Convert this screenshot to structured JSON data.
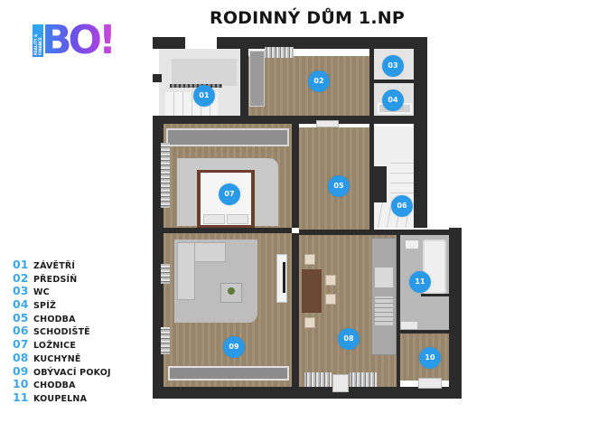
{
  "logo": {
    "text": "BO!",
    "subtext": "REALITY & FINANCE"
  },
  "title": "RODINNÝ DŮM 1.NP",
  "colors": {
    "badge": "#2a9ae8",
    "legend_number": "#3ea8e6",
    "wall": "#2b2b2b",
    "wood_floor": "#9c8a6f",
    "logo_gradient_start": "#3a86f2",
    "logo_gradient_end": "#d04ad8"
  },
  "legend": [
    {
      "num": "01",
      "label": "ZÁVĚTŘÍ"
    },
    {
      "num": "02",
      "label": "PŘEDSÍŇ"
    },
    {
      "num": "03",
      "label": "WC"
    },
    {
      "num": "04",
      "label": "SPÍŽ"
    },
    {
      "num": "05",
      "label": "CHODBA"
    },
    {
      "num": "06",
      "label": "SCHODIŠTĚ"
    },
    {
      "num": "07",
      "label": "LOŽNICE"
    },
    {
      "num": "08",
      "label": "KUCHYNĚ"
    },
    {
      "num": "09",
      "label": "OBÝVACÍ POKOJ"
    },
    {
      "num": "10",
      "label": "CHODBA"
    },
    {
      "num": "11",
      "label": "KOUPELNA"
    }
  ],
  "rooms": [
    {
      "num": "01",
      "name": "ZÁVĚTŘÍ",
      "floor": "tile-light"
    },
    {
      "num": "02",
      "name": "PŘEDSÍŇ",
      "floor": "wood"
    },
    {
      "num": "03",
      "name": "WC",
      "floor": "tile-light"
    },
    {
      "num": "04",
      "name": "SPÍŽ",
      "floor": "tile-light"
    },
    {
      "num": "05",
      "name": "CHODBA",
      "floor": "wood"
    },
    {
      "num": "06",
      "name": "SCHODIŠTĚ",
      "floor": "stairs"
    },
    {
      "num": "07",
      "name": "LOŽNICE",
      "floor": "wood"
    },
    {
      "num": "08",
      "name": "KUCHYNĚ",
      "floor": "wood"
    },
    {
      "num": "09",
      "name": "OBÝVACÍ POKOJ",
      "floor": "wood"
    },
    {
      "num": "10",
      "name": "CHODBA",
      "floor": "wood"
    },
    {
      "num": "11",
      "name": "KOUPELNA",
      "floor": "tile-grey"
    }
  ]
}
